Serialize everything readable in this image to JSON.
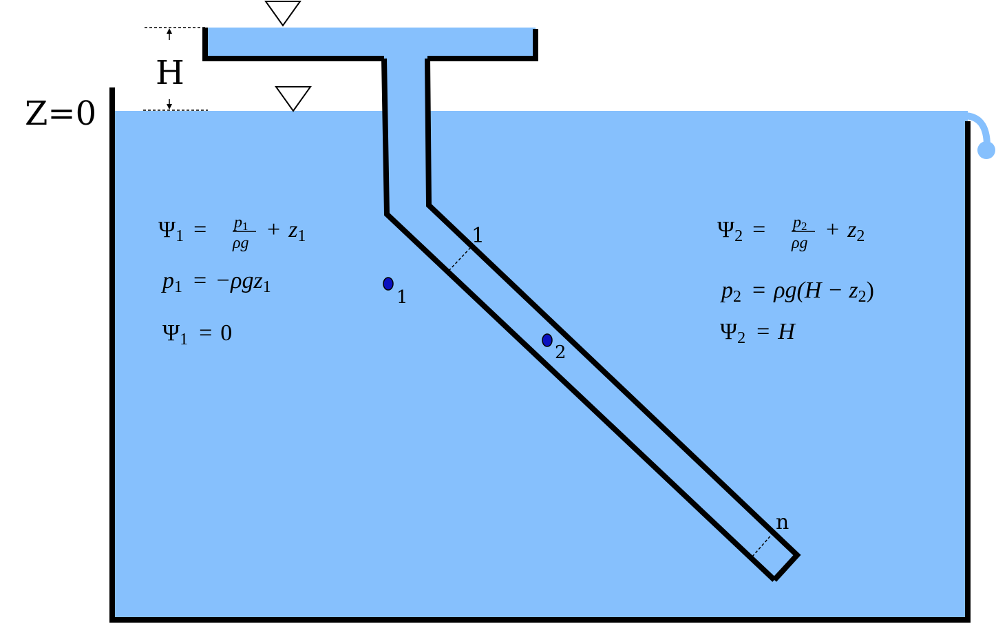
{
  "labels": {
    "z_zero": "Z=0",
    "head": "H",
    "section_start": "1",
    "section_end": "n"
  },
  "points": {
    "p1": "1",
    "p2": "2"
  },
  "equations_left": {
    "psi1_def": {
      "lhs": "Ψ",
      "lhs_sub": "1",
      "eq": "=",
      "num": "p",
      "num_sub": "1",
      "den": "ρg",
      "plus": "+",
      "term": "z",
      "term_sub": "1"
    },
    "p1": {
      "lhs": "p",
      "lhs_sub": "1",
      "eq": "=",
      "rhs": "−ρgz",
      "rhs_sub": "1"
    },
    "psi1_val": {
      "lhs": "Ψ",
      "lhs_sub": "1",
      "eq": "=",
      "rhs": "0"
    }
  },
  "equations_right": {
    "psi2_def": {
      "lhs": "Ψ",
      "lhs_sub": "2",
      "eq": "=",
      "num": "p",
      "num_sub": "2",
      "den": "ρg",
      "plus": "+",
      "term": "z",
      "term_sub": "2"
    },
    "p2": {
      "lhs": "p",
      "lhs_sub": "2",
      "eq": "=",
      "rhs_a": "ρg(H − z",
      "rhs_sub": "2",
      "rhs_b": ")"
    },
    "psi2_val": {
      "lhs": "Ψ",
      "lhs_sub": "2",
      "eq": "=",
      "rhs": "H"
    }
  },
  "colors": {
    "water": "#86c0fd",
    "wall": "#000000",
    "point": "#0a10c0"
  },
  "icons": {
    "free_surface_marker": "triangle-down-icon"
  }
}
